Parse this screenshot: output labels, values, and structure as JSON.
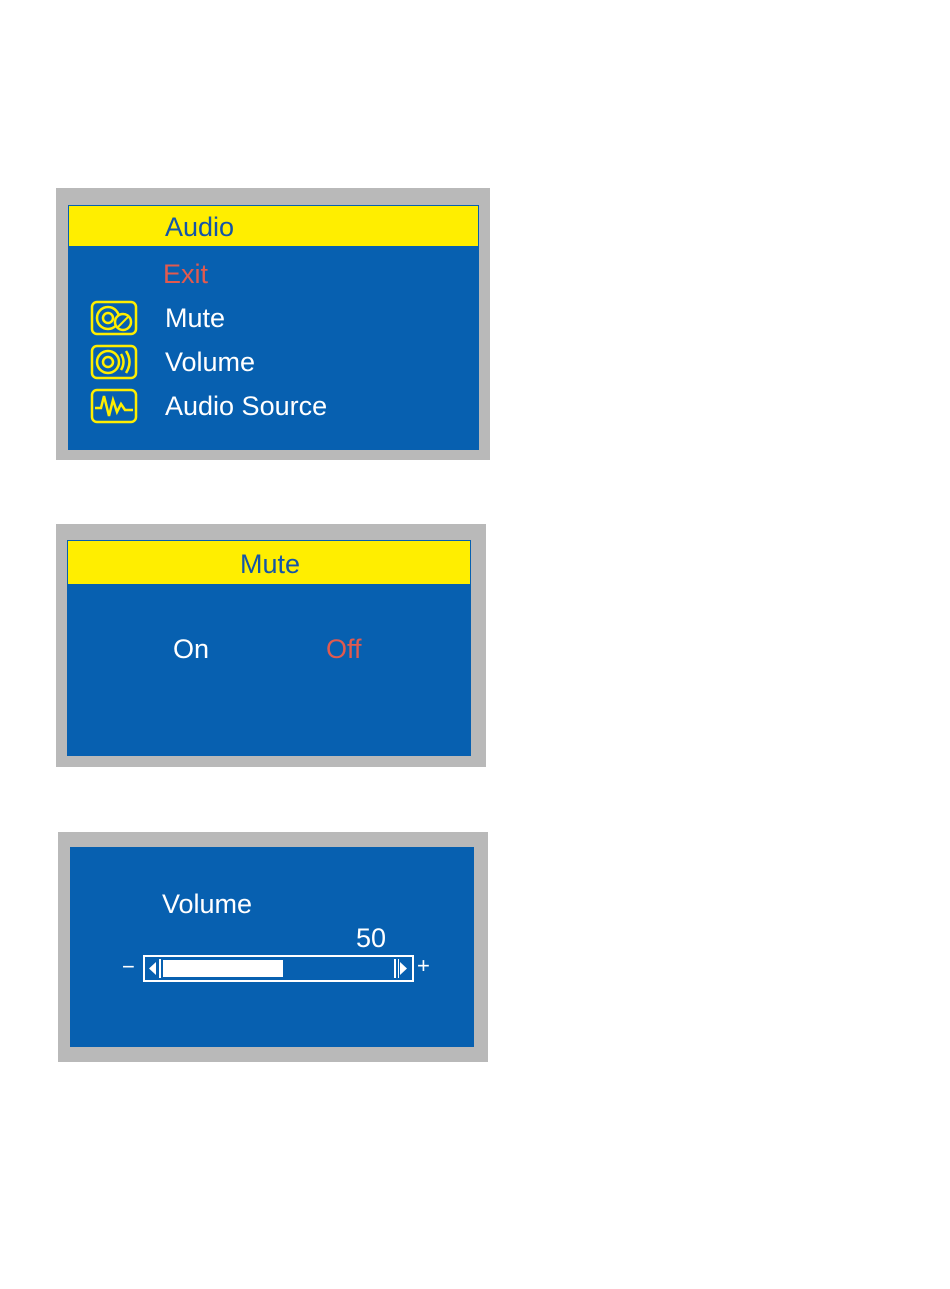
{
  "colors": {
    "panel": "#0760b0",
    "title_bar": "#ffee00",
    "frame": "#b9b9b9",
    "highlight": "#e25a4e",
    "text": "#ffffff"
  },
  "audio_menu": {
    "title": "Audio",
    "exit_label": "Exit",
    "items": [
      {
        "label": "Mute",
        "icon": "speaker-mute-icon"
      },
      {
        "label": "Volume",
        "icon": "speaker-volume-icon"
      },
      {
        "label": "Audio Source",
        "icon": "waveform-icon"
      }
    ]
  },
  "mute_menu": {
    "title": "Mute",
    "on_label": "On",
    "off_label": "Off",
    "selected": "Off"
  },
  "volume_menu": {
    "label": "Volume",
    "value": "50",
    "level_fraction": 0.5,
    "minus": "−",
    "plus": "+"
  }
}
